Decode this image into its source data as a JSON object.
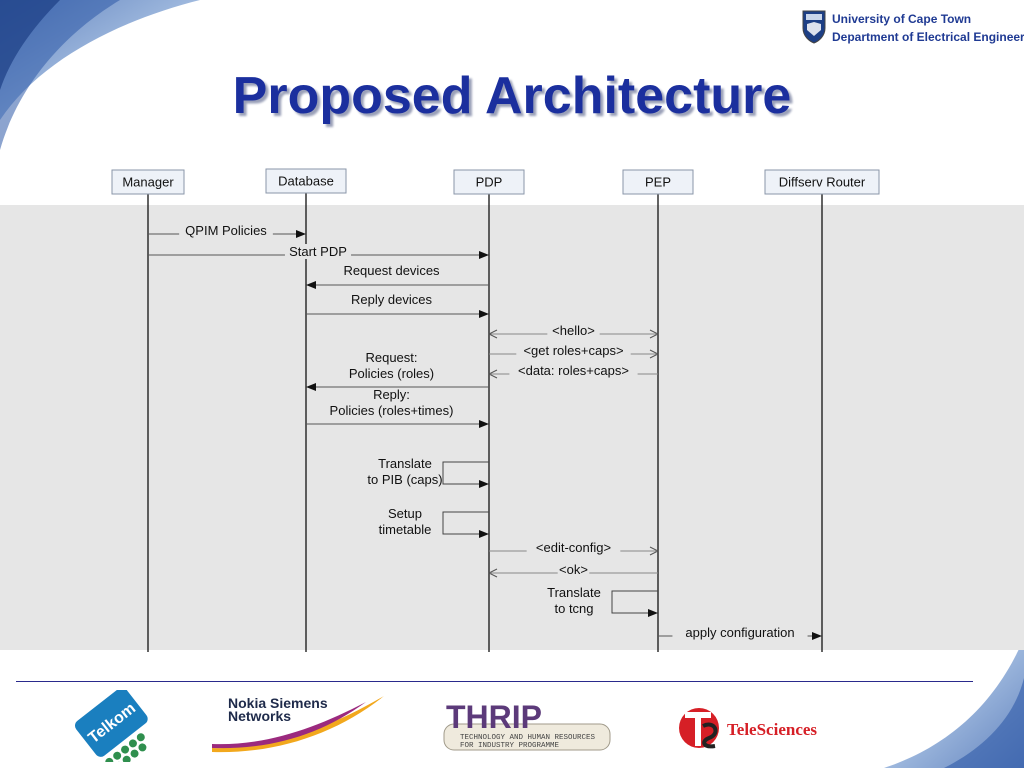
{
  "header": {
    "university": "University of Cape Town",
    "department": "Department of Electrical Engineering",
    "title": "Proposed Architecture"
  },
  "diagram": {
    "participants": [
      "Manager",
      "Database",
      "PDP",
      "PEP",
      "Diffserv Router"
    ],
    "messages": [
      {
        "from": 0,
        "to": 1,
        "label": [
          "QPIM Policies"
        ],
        "style": "solid"
      },
      {
        "from": 0,
        "to": 2,
        "label": [
          "Start PDP"
        ],
        "style": "solid"
      },
      {
        "from": 2,
        "to": 1,
        "label": [
          "Request devices"
        ],
        "style": "solid"
      },
      {
        "from": 1,
        "to": 2,
        "label": [
          "Reply devices"
        ],
        "style": "solid"
      },
      {
        "from": 2,
        "to": 3,
        "label": [
          "<hello>"
        ],
        "style": "bidir"
      },
      {
        "from": 2,
        "to": 3,
        "label": [
          "<get roles+caps>"
        ],
        "style": "open"
      },
      {
        "from": 3,
        "to": 2,
        "label": [
          "<data: roles+caps>"
        ],
        "style": "open"
      },
      {
        "from": 2,
        "to": 1,
        "label": [
          "Request:",
          "Policies (roles)"
        ],
        "style": "solid"
      },
      {
        "from": 1,
        "to": 2,
        "label": [
          "Reply:",
          "Policies (roles+times)"
        ],
        "style": "solid"
      },
      {
        "from": 2,
        "to": 2,
        "label": [
          "Translate",
          "to PIB (caps)"
        ],
        "style": "self"
      },
      {
        "from": 2,
        "to": 2,
        "label": [
          "Setup",
          "timetable"
        ],
        "style": "self"
      },
      {
        "from": 2,
        "to": 3,
        "label": [
          "<edit-config>"
        ],
        "style": "open"
      },
      {
        "from": 3,
        "to": 2,
        "label": [
          "<ok>"
        ],
        "style": "open"
      },
      {
        "from": 3,
        "to": 3,
        "label": [
          "Translate",
          "to tcng"
        ],
        "style": "self"
      },
      {
        "from": 3,
        "to": 4,
        "label": [
          "apply configuration"
        ],
        "style": "solid"
      }
    ]
  },
  "footer": {
    "logos": [
      {
        "name": "Telkom",
        "text": "Telkom"
      },
      {
        "name": "Nokia Siemens Networks",
        "text": [
          "Nokia Siemens",
          "Networks"
        ]
      },
      {
        "name": "THRIP",
        "text": "THRIP",
        "subtitle": [
          "TECHNOLOGY AND HUMAN RESOURCES",
          "FOR INDUSTRY PROGRAMME"
        ]
      },
      {
        "name": "TeleSciences",
        "text": "TeleSciences"
      }
    ]
  },
  "colors": {
    "title": "#1b2f9e",
    "uct_text": "#1f3a93",
    "band": "#e6e6e6",
    "box_fill": "#eef2f8",
    "box_border": "#8a96a8",
    "separator": "#2a2a8c"
  }
}
